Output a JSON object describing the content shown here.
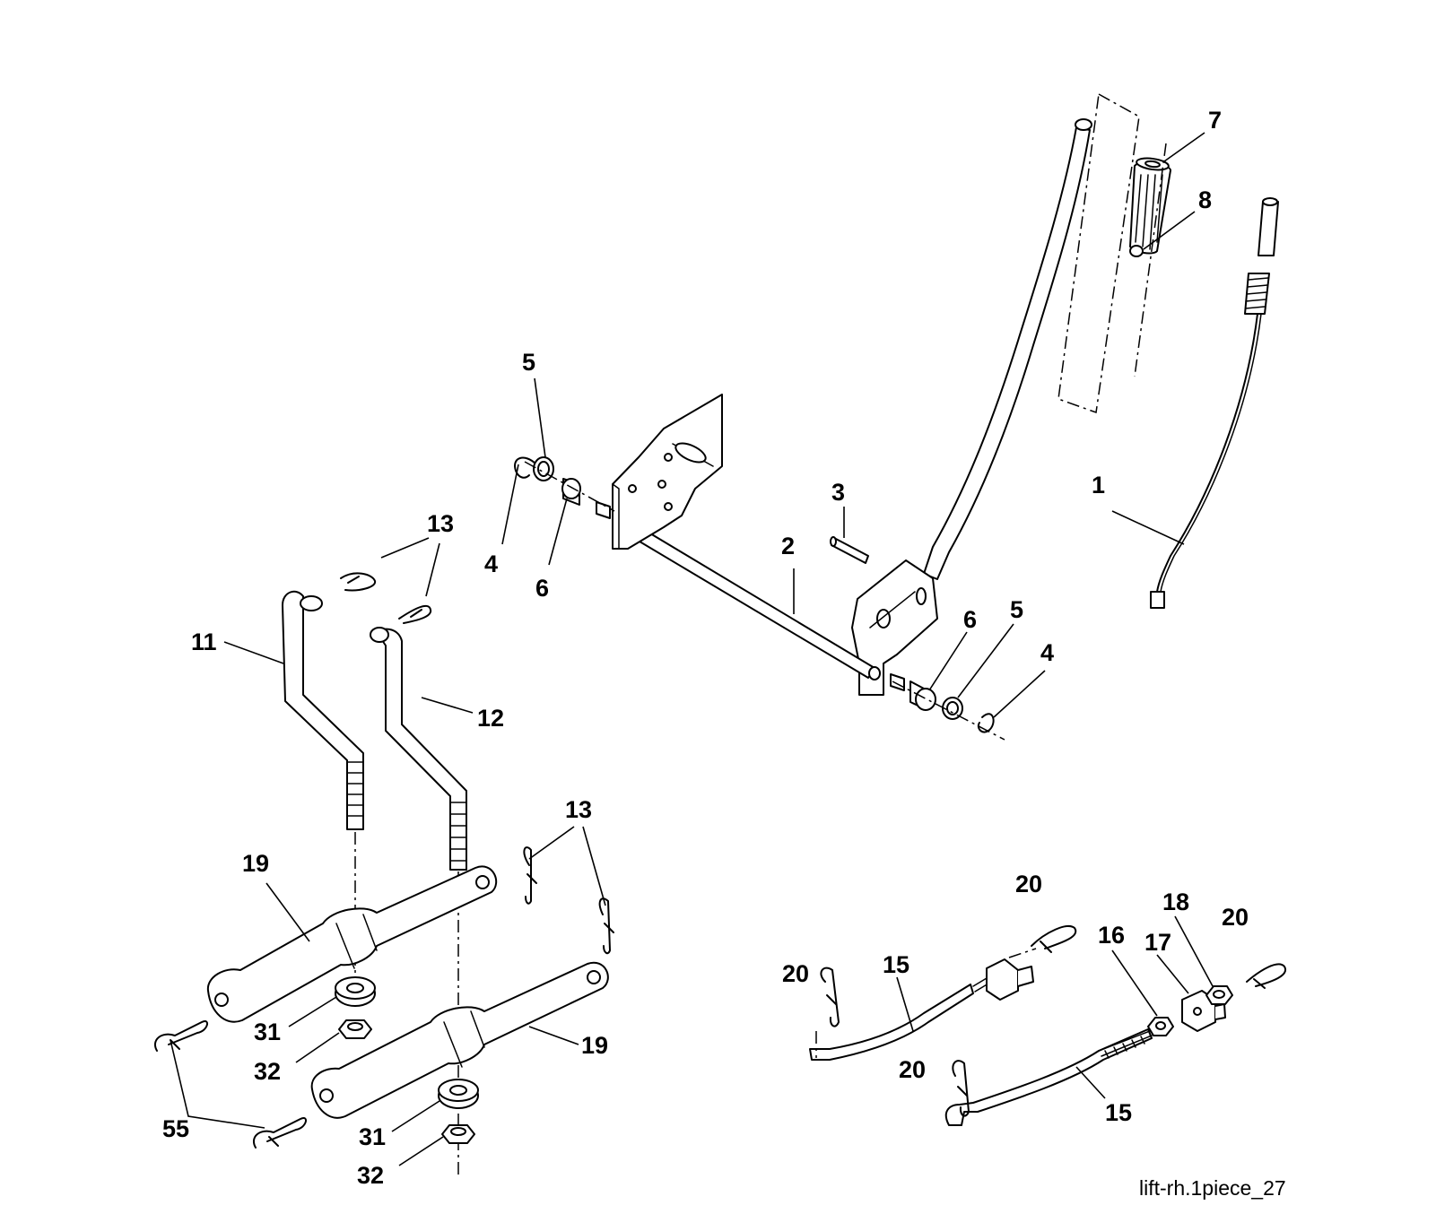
{
  "diagram": {
    "caption": "lift-rh.1piece_27",
    "callouts": [
      {
        "id": "callout-1",
        "label": "1"
      },
      {
        "id": "callout-2",
        "label": "2"
      },
      {
        "id": "callout-3",
        "label": "3"
      },
      {
        "id": "callout-4a",
        "label": "4"
      },
      {
        "id": "callout-4b",
        "label": "4"
      },
      {
        "id": "callout-5a",
        "label": "5"
      },
      {
        "id": "callout-5b",
        "label": "5"
      },
      {
        "id": "callout-6a",
        "label": "6"
      },
      {
        "id": "callout-6b",
        "label": "6"
      },
      {
        "id": "callout-7",
        "label": "7"
      },
      {
        "id": "callout-8",
        "label": "8"
      },
      {
        "id": "callout-11",
        "label": "11"
      },
      {
        "id": "callout-12",
        "label": "12"
      },
      {
        "id": "callout-13a",
        "label": "13"
      },
      {
        "id": "callout-13b",
        "label": "13"
      },
      {
        "id": "callout-15a",
        "label": "15"
      },
      {
        "id": "callout-15b",
        "label": "15"
      },
      {
        "id": "callout-16",
        "label": "16"
      },
      {
        "id": "callout-17",
        "label": "17"
      },
      {
        "id": "callout-18",
        "label": "18"
      },
      {
        "id": "callout-19a",
        "label": "19"
      },
      {
        "id": "callout-19b",
        "label": "19"
      },
      {
        "id": "callout-20a",
        "label": "20"
      },
      {
        "id": "callout-20b",
        "label": "20"
      },
      {
        "id": "callout-20c",
        "label": "20"
      },
      {
        "id": "callout-20d",
        "label": "20"
      },
      {
        "id": "callout-31a",
        "label": "31"
      },
      {
        "id": "callout-31b",
        "label": "31"
      },
      {
        "id": "callout-32a",
        "label": "32"
      },
      {
        "id": "callout-32b",
        "label": "32"
      },
      {
        "id": "callout-55",
        "label": "55"
      }
    ]
  }
}
